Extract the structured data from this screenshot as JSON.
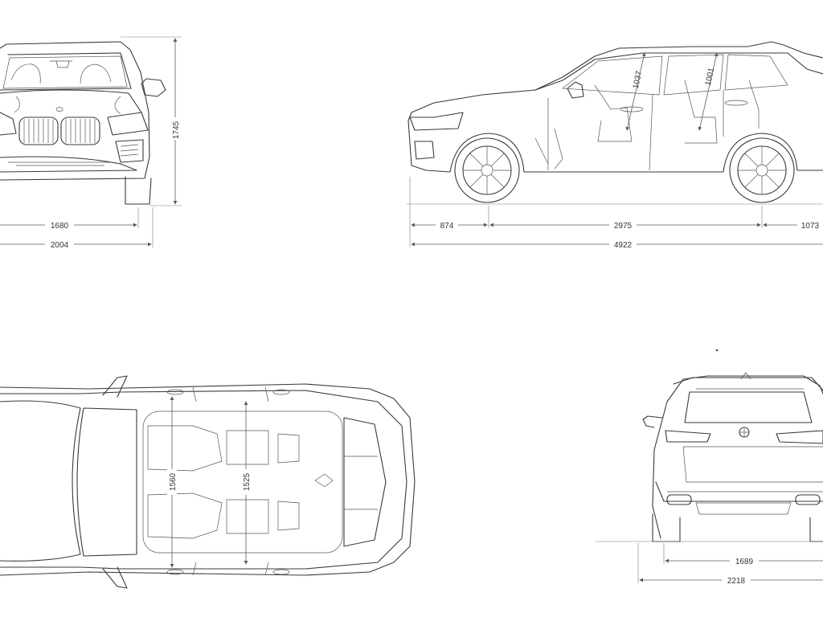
{
  "dimensions": {
    "front_track": "1680",
    "front_width_mirrors": "2004",
    "height": "1745",
    "front_overhang": "874",
    "wheelbase": "2975",
    "rear_overhang": "1073",
    "overall_length": "4922",
    "front_headroom": "1037",
    "rear_headroom": "1001",
    "front_shoulder_width": "1560",
    "rear_shoulder_width": "1525",
    "rear_track": "1689",
    "rear_width_mirrors": "2218"
  }
}
